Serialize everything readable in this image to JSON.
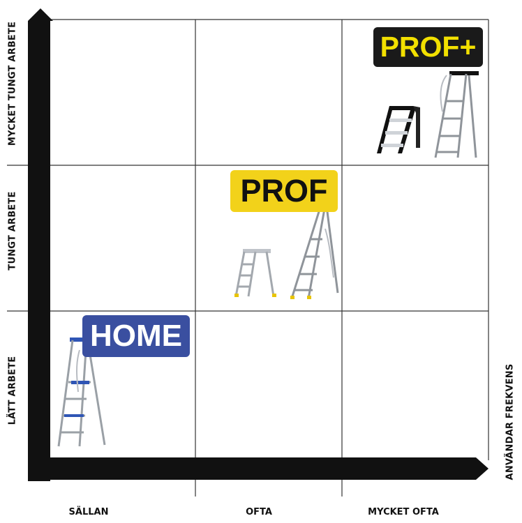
{
  "y_axis_labels": [
    "MYCKET TUNGT ARBETE",
    "TUNGT ARBETE",
    "LÄTT ARBETE"
  ],
  "x_axis_labels": [
    "SÄLLAN",
    "OFTA",
    "MYCKET OFTA"
  ],
  "x_axis_title": "ANVÄNDAR FREKVENS",
  "badges": {
    "prof_plus": {
      "label": "PROF+",
      "bg": "#1a1a1a",
      "fg": "#f2e000"
    },
    "prof": {
      "label": "PROF",
      "bg": "#f2d21a",
      "fg": "#111111"
    },
    "home": {
      "label": "HOME",
      "bg": "#3a4fa0",
      "fg": "#ffffff"
    }
  },
  "colors": {
    "axis": "#111111",
    "grid": "#333333",
    "ladder_metal": "#a9adb3",
    "home_accent": "#2f55b5",
    "prof_accent": "#e8c400",
    "prof_plus_accent": "#111111"
  },
  "icons": [
    "ladder-icon",
    "step-stool-icon"
  ]
}
